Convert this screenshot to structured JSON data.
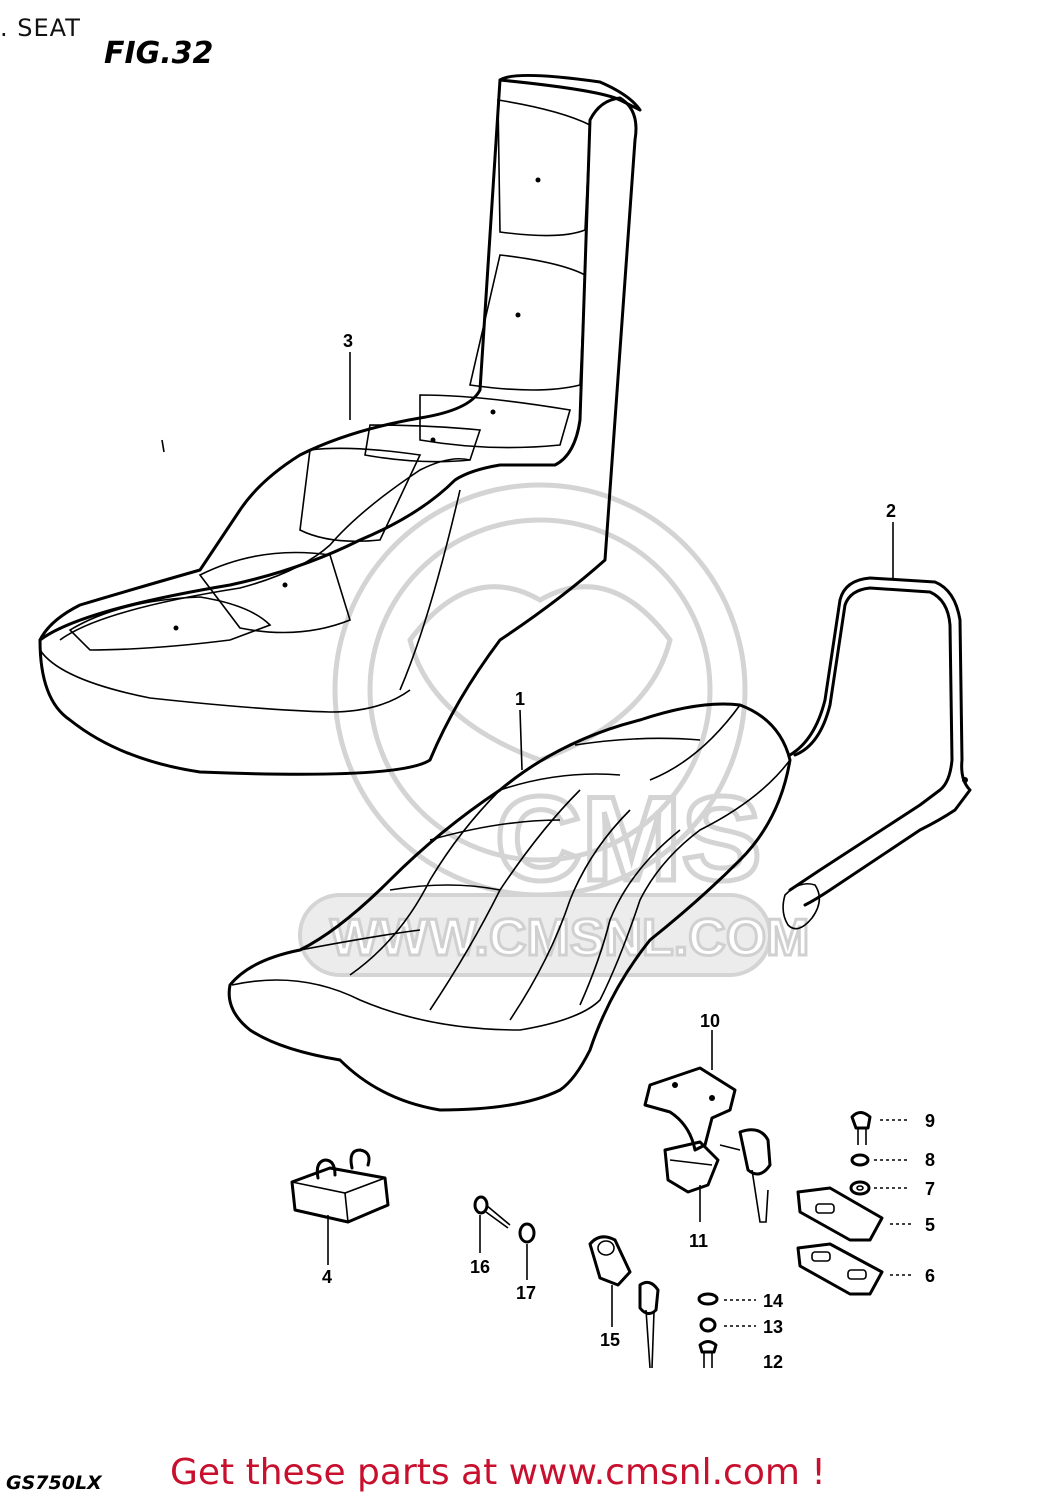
{
  "header": {
    "title": ". SEAT",
    "figure": "FIG.32"
  },
  "footer": {
    "model": "GS750LX",
    "promo": "Get these parts at www.cmsnl.com !"
  },
  "watermark": {
    "text": "CMS",
    "url": "WWW.CMSNL.COM"
  },
  "callouts": {
    "c1": "1",
    "c2": "2",
    "c3": "3",
    "c4": "4",
    "c5": "5",
    "c6": "6",
    "c7": "7",
    "c8": "8",
    "c9": "9",
    "c10": "10",
    "c11": "11",
    "c12": "12",
    "c13": "13",
    "c14": "14",
    "c15": "15",
    "c16": "16",
    "c17": "17"
  },
  "colors": {
    "promo": "#c8102e",
    "line": "#000000",
    "watermark": "#d4d4d4"
  }
}
